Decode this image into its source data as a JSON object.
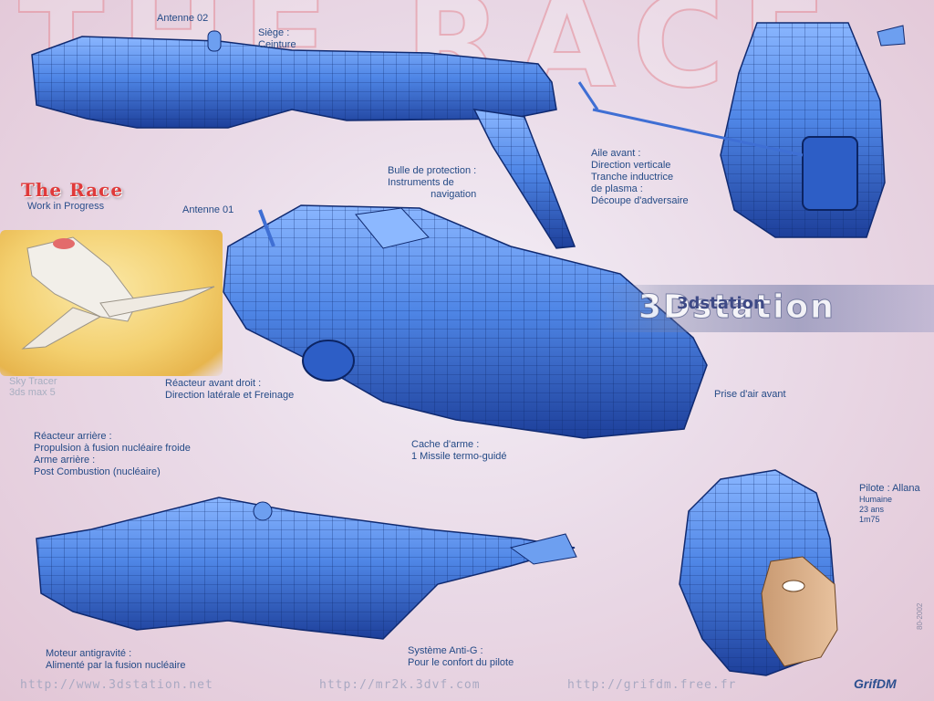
{
  "title_bg": "THE RACE",
  "logo": {
    "title": "The Race",
    "subtitle": "Work in Progress"
  },
  "render_caption": {
    "line1": "Sky Tracer",
    "line2": "3ds max 5"
  },
  "watermark": {
    "main": "3Dstation",
    "sub": "3dstation"
  },
  "labels": {
    "antenne02": "Antenne 02",
    "siege": [
      "Siège :",
      "Ceinture"
    ],
    "bulle": [
      "Bulle de protection :",
      "Instruments de",
      "navigation"
    ],
    "antenne01": "Antenne 01",
    "aile": [
      "Aile avant :",
      "Direction verticale",
      "Tranche inductrice",
      "de plasma :",
      "Découpe d'adversaire"
    ],
    "reacteur_avant": [
      "Réacteur avant droit :",
      "Direction latérale et Freinage"
    ],
    "prise": "Prise d'air avant",
    "reacteur_arriere": [
      "Réacteur arrière :",
      "Propulsion à fusion nucléaire froide",
      "Arme arrière :",
      "Post Combustion (nucléaire)"
    ],
    "cache": [
      "Cache d'arme :",
      "1 Missile termo-guidé"
    ],
    "pilote": {
      "title": "Pilote : Allana",
      "line1": "Humaine",
      "line2": "23 ans",
      "line3": "1m75"
    },
    "moteur": [
      "Moteur antigravité :",
      "Alimenté par la fusion nucléaire"
    ],
    "systeme": [
      "Système Anti-G :",
      "Pour le confort du pilote"
    ]
  },
  "footer": {
    "url1": "http://www.3dstation.net",
    "url2": "http://mr2k.3dvf.com",
    "url3": "http://grifdm.free.fr",
    "signature": "GrifDM",
    "year": "80-2002"
  },
  "colors": {
    "model_blue": "#4f86e6",
    "model_dark": "#1d3f9a",
    "label": "#244a86",
    "logo_red": "#e03a3a"
  }
}
